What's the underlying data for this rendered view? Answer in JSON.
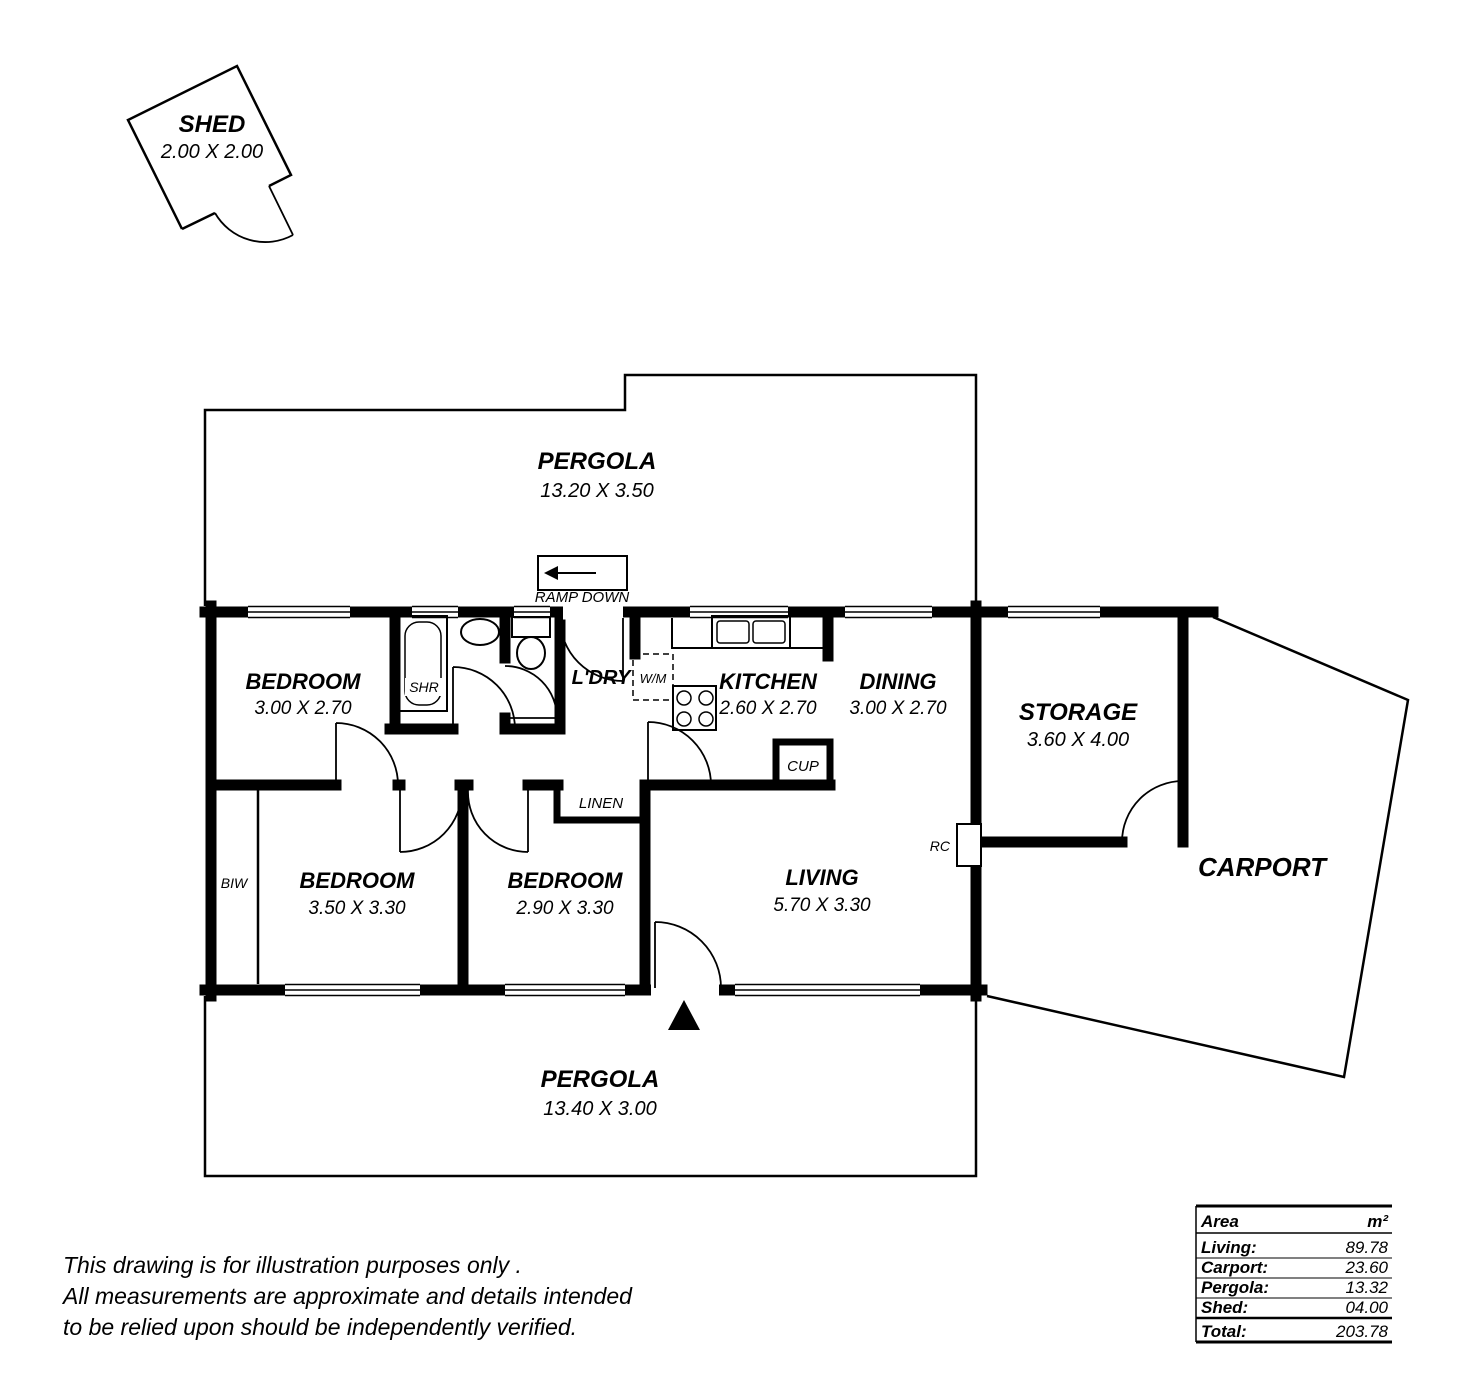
{
  "colors": {
    "ink": "#000000",
    "background": "#ffffff"
  },
  "shed": {
    "label": "SHED",
    "dims": "2.00 X 2.00"
  },
  "pergola_top": {
    "label": "PERGOLA",
    "dims": "13.20 X 3.50"
  },
  "pergola_bottom": {
    "label": "PERGOLA",
    "dims": "13.40 X 3.00"
  },
  "rooms": {
    "bedroom_1": {
      "label": "BEDROOM",
      "dims": "3.00 X 2.70"
    },
    "bedroom_2": {
      "label": "BEDROOM",
      "dims": "3.50 X 3.30"
    },
    "bedroom_3": {
      "label": "BEDROOM",
      "dims": "2.90 X 3.30"
    },
    "kitchen": {
      "label": "KITCHEN",
      "dims": "2.60 X 2.70"
    },
    "dining": {
      "label": "DINING",
      "dims": "3.00 X 2.70"
    },
    "living": {
      "label": "LIVING",
      "dims": "5.70 X 3.30"
    },
    "storage": {
      "label": "STORAGE",
      "dims": "3.60 X 4.00"
    },
    "carport": {
      "label": "CARPORT"
    },
    "laundry": {
      "label": "L'DRY"
    }
  },
  "annotations": {
    "ramp": "RAMP DOWN",
    "shr": "SHR",
    "wm": "W/M",
    "linen": "LINEN",
    "cup": "CUP",
    "biw": "BIW",
    "rc": "RC"
  },
  "disclaimer": {
    "line1": "This drawing is for illustration purposes only .",
    "line2": "All measurements are approximate and details intended",
    "line3": "to be relied upon should be independently verified."
  },
  "area_table": {
    "header_label": "Area",
    "header_unit": "m²",
    "rows": [
      {
        "label": "Living:",
        "value": "89.78"
      },
      {
        "label": "Carport:",
        "value": "23.60"
      },
      {
        "label": "Pergola:",
        "value": "13.32"
      },
      {
        "label": "Shed:",
        "value": "04.00"
      }
    ],
    "total": {
      "label": "Total:",
      "value": "203.78"
    }
  }
}
